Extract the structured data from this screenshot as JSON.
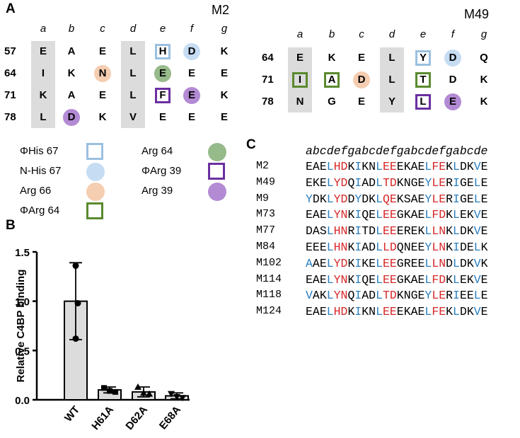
{
  "panels": {
    "a": "A",
    "b": "B",
    "c": "C"
  },
  "colors": {
    "his_phi": "#9bc0e0",
    "his_n": "#c6dcf2",
    "arg66": "#f5cdb1",
    "arg64_phi": "#5a8a2e",
    "arg64": "#96ba8a",
    "arg39_phi": "#6b2fa0",
    "arg39": "#b38ad4",
    "gray": "#dcdcdc",
    "hydrophobic": "#2a7fc0",
    "charged": "#d62728"
  },
  "heptad": [
    "a",
    "b",
    "c",
    "d",
    "e",
    "f",
    "g"
  ],
  "m2": {
    "title": "M2",
    "rows": [
      {
        "num": "57",
        "res": [
          "E",
          "A",
          "E",
          "L",
          "H",
          "D",
          "K"
        ]
      },
      {
        "num": "64",
        "res": [
          "I",
          "K",
          "N",
          "L",
          "E",
          "E",
          "E"
        ]
      },
      {
        "num": "71",
        "res": [
          "K",
          "A",
          "E",
          "L",
          "F",
          "E",
          "K"
        ]
      },
      {
        "num": "78",
        "res": [
          "L",
          "D",
          "K",
          "V",
          "E",
          "E",
          "E"
        ]
      }
    ]
  },
  "m49": {
    "title": "M49",
    "rows": [
      {
        "num": "64",
        "res": [
          "E",
          "K",
          "E",
          "L",
          "Y",
          "D",
          "Q"
        ]
      },
      {
        "num": "71",
        "res": [
          "I",
          "A",
          "D",
          "L",
          "T",
          "D",
          "K"
        ]
      },
      {
        "num": "78",
        "res": [
          "N",
          "G",
          "E",
          "Y",
          "L",
          "E",
          "K"
        ]
      }
    ]
  },
  "legend": [
    {
      "label": "ΦHis 67",
      "marker": "square",
      "color": "his_phi"
    },
    {
      "label": "N-His 67",
      "marker": "circle",
      "color": "his_n"
    },
    {
      "label": "Arg 66",
      "marker": "circle",
      "color": "arg66"
    },
    {
      "label": "ΦArg 64",
      "marker": "square",
      "color": "arg64_phi"
    },
    {
      "label": "Arg 64",
      "marker": "circle",
      "color": "arg64"
    },
    {
      "label": "ΦArg 39",
      "marker": "square",
      "color": "arg39_phi"
    },
    {
      "label": "Arg 39",
      "marker": "circle",
      "color": "arg39"
    }
  ],
  "chart_data": {
    "type": "bar",
    "categories": [
      "WT",
      "H61A",
      "D62A",
      "E68A"
    ],
    "values": [
      1.0,
      0.1,
      0.08,
      0.04
    ],
    "error": [
      0.39,
      0.03,
      0.05,
      0.03
    ],
    "points": [
      [
        1.36,
        0.98,
        0.62
      ],
      [
        0.12,
        0.09,
        0.08
      ],
      [
        0.13,
        0.07,
        0.06
      ],
      [
        0.06,
        0.03,
        0.02
      ]
    ],
    "ylabel": "Relative C4BP binding",
    "ylim": [
      0,
      1.5
    ],
    "yticks": [
      "0.0",
      "0.5",
      "1.0",
      "1.5"
    ]
  },
  "alignment": {
    "header": "abcdefgabcdefgabcdefgabcde",
    "rows": [
      {
        "name": "M2",
        "seq": "EAELHDKIKNLEEEKAELFEKLDKVE"
      },
      {
        "name": "M49",
        "seq": "EKELYDQIADLTDKNGEYLERIGELE"
      },
      {
        "name": "M9",
        "seq": "YDKLYDDYDKLQEKSAEYLERIGELE"
      },
      {
        "name": "M73",
        "seq": "EAELYNKIQELEEGKAELFDKLEKVE"
      },
      {
        "name": "M77",
        "seq": "DASLHNRITDLEEEREKLLNKLDKVE"
      },
      {
        "name": "M84",
        "seq": "EEELHNKIADLLDQNEEYLNKIDELK"
      },
      {
        "name": "M102",
        "seq": "AAELYDKIKELEEGREELLNDLDKVK"
      },
      {
        "name": "M114",
        "seq": "EAELYNKIQELEEGKAELFDKLEKVE"
      },
      {
        "name": "M118",
        "seq": "VAKLYNQIADLTDKNGEYLERIEELE"
      },
      {
        "name": "M124",
        "seq": "EAELHDKIKNLEEEKAELFEKLDKVE"
      }
    ]
  }
}
